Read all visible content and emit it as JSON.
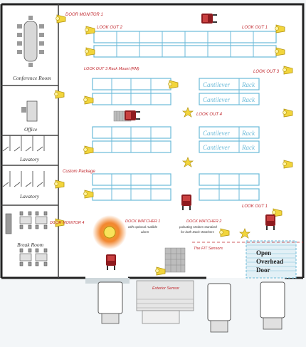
{
  "rooms": {
    "conference": "Conference Room",
    "office": "Office",
    "lavatory_1": "Lavatory",
    "lavatory_2": "Lavatory",
    "break_room": "Break Room"
  },
  "labels": {
    "door_monitor_1": "DOOR MONITOR 1",
    "look_out_2": "LOOK OUT 2",
    "look_out_1": "LOOK OUT 1",
    "look_out_3_rack": "LOOK OUT 3 Rack Mount (RM)",
    "look_out_3": "LOOK OUT 3",
    "look_out_4": "LOOK OUT 4",
    "custom_package": "Custom Package",
    "look_out_1_b": "LOOK OUT 1",
    "door_monitor_4": "DOOR MONITOR 4",
    "dock_watcher_1": "DOCK WATCHER 1",
    "dock_watcher_1_note_a": "with optional Audible",
    "dock_watcher_1_note_b": "alarm",
    "dock_watcher_2": "DOCK WATCHER 2",
    "dock_watcher_2_note_a": "pulsating strobes standard",
    "dock_watcher_2_note_b": "for both Dock Watchers",
    "fit_sensors": "The FIT Sensors",
    "exterior_sensor": "Exterior Sensor"
  },
  "racks": {
    "cantilever_1": "Cantilever",
    "rack_1": "Rack",
    "cantilever_2": "Cantilever",
    "rack_2": "Rack",
    "cantilever_3": "Cantilever",
    "rack_3": "Rack",
    "cantilever_4": "Cantilever",
    "rack_4": "Rack"
  },
  "door": {
    "line1": "Open",
    "line2": "Overhead",
    "line3": "Door"
  },
  "colors": {
    "wall": "#222222",
    "rack_outline": "#6bbad8",
    "label_red": "#c1272d",
    "sensor_yellow": "#f2d53c",
    "forklift_red": "#8e1b1f",
    "highlight_orange": "#f07a1a"
  }
}
